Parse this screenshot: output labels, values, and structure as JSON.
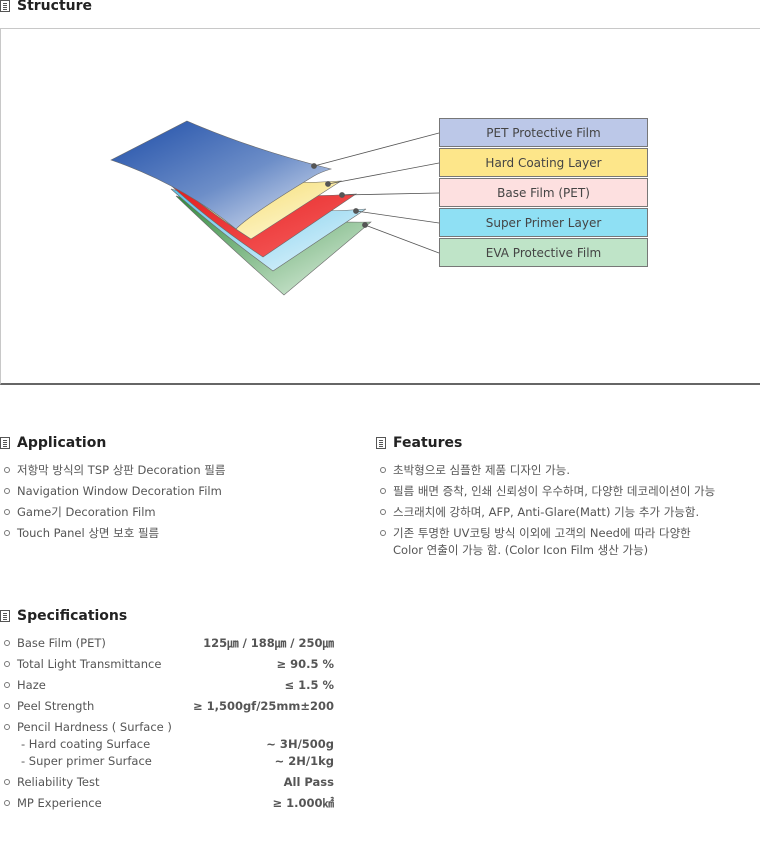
{
  "structure": {
    "title": "Structure",
    "layers": [
      {
        "label": "PET Protective Film",
        "color": "#bcc8e8"
      },
      {
        "label": "Hard Coating Layer",
        "color": "#fde68a"
      },
      {
        "label": "Base Film (PET)",
        "color": "#fde0e0"
      },
      {
        "label": "Super Primer Layer",
        "color": "#8fe0f4"
      },
      {
        "label": "EVA Protective Film",
        "color": "#bfe4c8"
      }
    ]
  },
  "application": {
    "title": "Application",
    "items": [
      "저항막 방식의 TSP 상판 Decoration 필름",
      "Navigation Window Decoration Film",
      "Game기 Decoration Film",
      "Touch Panel 상면 보호 필름"
    ]
  },
  "features": {
    "title": "Features",
    "items": [
      "초박형으로 심플한 제품 디자인 가능.",
      "필름 배면 증착, 인쇄 신뢰성이 우수하며, 다양한 데코레이션이 가능",
      "스크래치에 강하며, AFP, Anti-Glare(Matt) 기능 추가 가능함.",
      "기존 투명한 UV코팅 방식 이외에 고객의 Need에 따라 다양한",
      "Color 연출이 가능 함. (Color Icon Film 생산 가능)"
    ]
  },
  "specifications": {
    "title": "Specifications",
    "rows": [
      {
        "label": "Base Film (PET)",
        "value": "125㎛ / 188㎛ / 250㎛"
      },
      {
        "label": "Total Light Transmittance",
        "value": "≥ 90.5 %"
      },
      {
        "label": "Haze",
        "value": "≤ 1.5 %"
      },
      {
        "label": "Peel Strength",
        "value": "≥ 1,500gf/25mm±200"
      },
      {
        "label": "Pencil Hardness ( Surface )",
        "value": ""
      },
      {
        "label": "- Hard coating Surface",
        "value": "~ 3H/500g"
      },
      {
        "label": "- Super primer Surface",
        "value": "~ 2H/1kg"
      },
      {
        "label": "Reliability Test",
        "value": "All Pass"
      },
      {
        "label": "MP Experience",
        "value": "≥ 1.000㎢"
      }
    ]
  }
}
